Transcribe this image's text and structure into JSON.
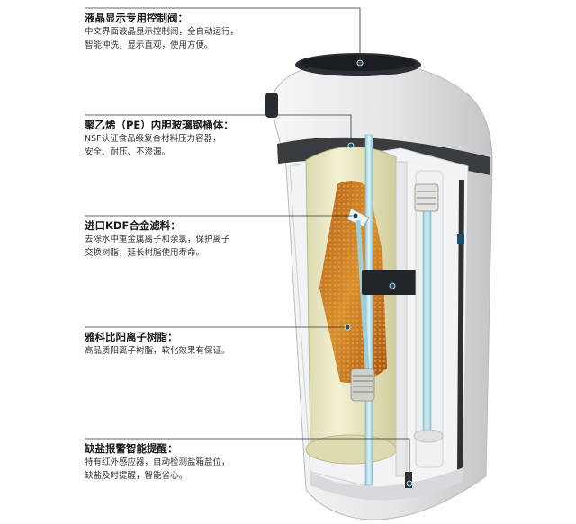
{
  "features": [
    {
      "title": "液晶显示专用控制阀：",
      "lines": [
        "中文界面液晶显示控制阀，全自动运行，",
        "智能冲洗，显示直观，使用方便。"
      ]
    },
    {
      "title": "聚乙烯（PE）内胆玻璃钢桶体：",
      "lines": [
        "NSF认证食品级复合材料压力容器，",
        "安全、耐压、不渗漏。"
      ]
    },
    {
      "title": "进口KDF合金滤料：",
      "lines": [
        "去除水中重金属离子和余氯，保护离子",
        "交换树脂，延长树脂使用寿命。"
      ]
    },
    {
      "title": "雅科比阳离子树脂：",
      "lines": [
        "高品质阳离子树脂，软化效果有保证。"
      ]
    },
    {
      "title": "缺盐报警智能提醒：",
      "lines": [
        "特有红外感应器，自动检测盐箱盐位，",
        "缺盐及时提醒，智能省心。"
      ]
    }
  ],
  "colors": {
    "accent_dot": "#1b4f6b",
    "cabinet": "#e9eaec",
    "cabinet_shadow": "#c9cbce",
    "resin_tank": "#e8e6c0",
    "resin": "#c9781e",
    "tube": "#a9d7e3"
  }
}
